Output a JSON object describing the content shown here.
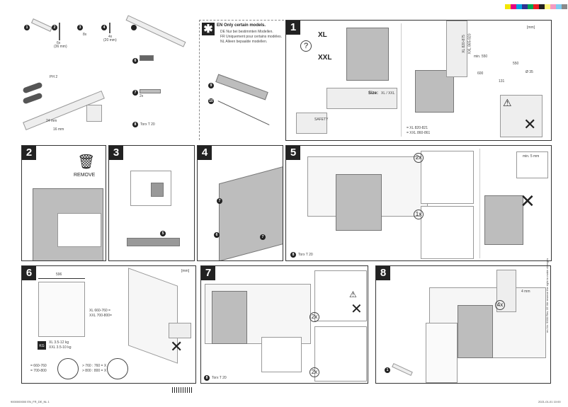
{
  "color_bar": [
    "#f3e600",
    "#e6007e",
    "#00a0e3",
    "#2e3192",
    "#00a651",
    "#ed1c24",
    "#231f20",
    "#fff57a",
    "#f49ac1",
    "#7fcdf0",
    "#8a8a8a"
  ],
  "parts": {
    "items": [
      {
        "n": "1"
      },
      {
        "n": "2",
        "qty": "6x",
        "size": "(36 mm)"
      },
      {
        "n": "3",
        "qty": "8x"
      },
      {
        "n": "4",
        "qty": "4x",
        "size": "(20 mm)"
      },
      {
        "n": "5"
      },
      {
        "n": "6"
      },
      {
        "n": "7",
        "qty": "2x"
      },
      {
        "n": "8",
        "label": "Torx T 20"
      }
    ],
    "tools": {
      "screwdriver": "PH 2",
      "wrench1": "24 mm",
      "wrench2": "16 mm"
    }
  },
  "models_note": {
    "icon": "asterisk-icon",
    "en": "EN Only certain models.",
    "de": "DE Nur bei bestimmten Modellen.",
    "fr": "FR Uniquement pour certains modèles.",
    "nl": "NL Alleen bepaalde modellen.",
    "parts": [
      "9",
      "10"
    ]
  },
  "step1": {
    "number": "1",
    "q": "?",
    "xl": "XL",
    "xxl": "XXL",
    "label_size": "Size:",
    "label_value": "XL / XXL",
    "safety": "SAFETY",
    "unit": "[mm]",
    "dims": [
      "min. 550",
      "550",
      "600",
      "131",
      "Ø 35",
      "XL 820-875",
      "XXL 865-920"
    ],
    "feet": [
      "= XL 820-821",
      "= XXL 860-861"
    ]
  },
  "step2": {
    "number": "2",
    "remove": "REMOVE"
  },
  "step3": {
    "number": "3",
    "part": "5"
  },
  "step4": {
    "number": "4",
    "parts": [
      "7",
      "6",
      "7"
    ]
  },
  "step5": {
    "number": "5",
    "c1": "2x",
    "c2": "1x",
    "min": "min. 5 mm",
    "tool": "Torx T 20"
  },
  "step6": {
    "number": "6",
    "unit": "[mm]",
    "width": "596",
    "h_xl": "XL 660-760 =",
    "h_xxl": "XXL 700-800=",
    "w_xl": "XL 3.5-12 kg",
    "w_xxl": "XXL 3.5-10 kg",
    "a1": "= 660-760",
    "a2": "= 700-800",
    "b1": "> 760 : 760 = X",
    "b2": "> 800 : 800 = X",
    "kg": "KG"
  },
  "step7": {
    "number": "7",
    "c1": "2x",
    "c2": "2x",
    "tool": "Torx T 20"
  },
  "step8": {
    "number": "8",
    "c": "4x",
    "gap": "4 mm",
    "part": "1"
  },
  "footer": {
    "left": "9000000000 EN_FR_DE_NL 1",
    "right": "2021-01-01 10:00",
    "side": "en-No. 9000 Rev. 05 We reserve the right to make changes"
  }
}
